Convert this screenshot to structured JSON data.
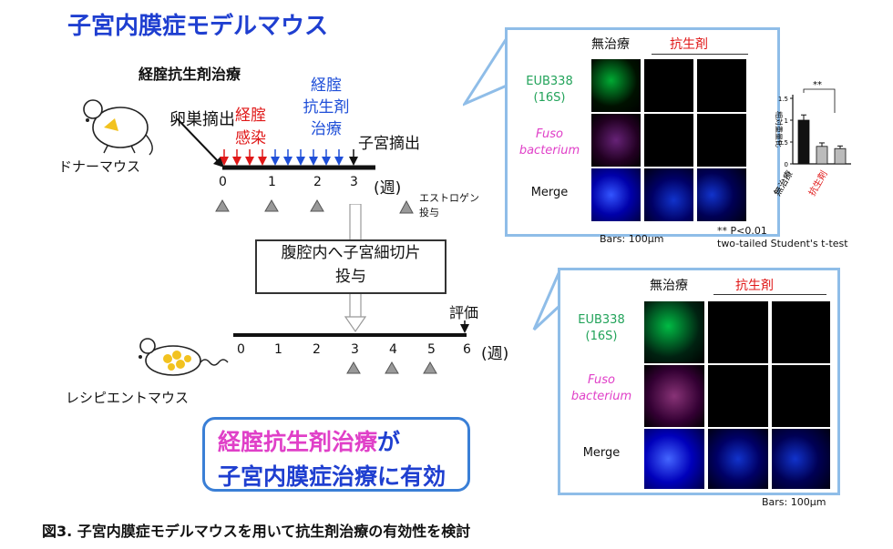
{
  "title": "子宮内膜症モデルマウス",
  "subtitle": "経腟抗生剤治療",
  "donor_label": "ドナーマウス",
  "recipient_label": "レシピエントマウス",
  "ovariectomy": "卵巣摘出",
  "infection_lines": [
    "経腟",
    "感染"
  ],
  "vaginal_lines": [
    "経腟",
    "抗生剤",
    "治療"
  ],
  "hysterectomy": "子宮摘出",
  "donor_ticks": [
    "0",
    "1",
    "2",
    "3"
  ],
  "recipient_ticks": [
    "0",
    "1",
    "2",
    "3",
    "4",
    "5",
    "6"
  ],
  "week_unit_donor": "(週)",
  "week_unit_recipient": "(週)",
  "estrogen_lines": [
    "エストロゲン",
    "投与"
  ],
  "procedure_lines": [
    "腹腔内へ子宮細切片",
    "投与"
  ],
  "evaluation": "評価",
  "effect_line1_a": "経腟抗生剤治療",
  "effect_line1_b": "が",
  "effect_line2": "子宮内膜症治療に有効",
  "caption": "図3. 子宮内膜症モデルマウスを用いて抗生剤治療の有効性を検討",
  "panel": {
    "untreated": "無治療",
    "antibiotic": "抗生剤",
    "row1_lines": [
      "EUB338",
      "(16S)"
    ],
    "row2_lines": [
      "Fuso",
      "bacterium"
    ],
    "row3": "Merge",
    "bars_note": "Bars: 100μm"
  },
  "stats": {
    "sig": "**",
    "p_note": "** P<0.01",
    "test_note": "two-tailed Student's t-test"
  },
  "chart_data": {
    "type": "bar",
    "ylabel": "相対重量比",
    "ylim": [
      0,
      1.5
    ],
    "yticks": [
      "0",
      "0.5",
      "1",
      "1.5"
    ],
    "group_labels": [
      "無治療",
      "抗生剤"
    ],
    "values": [
      1.0,
      0.4,
      0.35
    ]
  },
  "colors": {
    "title_blue": "#1f3fd0",
    "red": "#e01818",
    "pink": "#e040c8",
    "green": "#22a35a",
    "panel_border": "#8fbde8"
  }
}
